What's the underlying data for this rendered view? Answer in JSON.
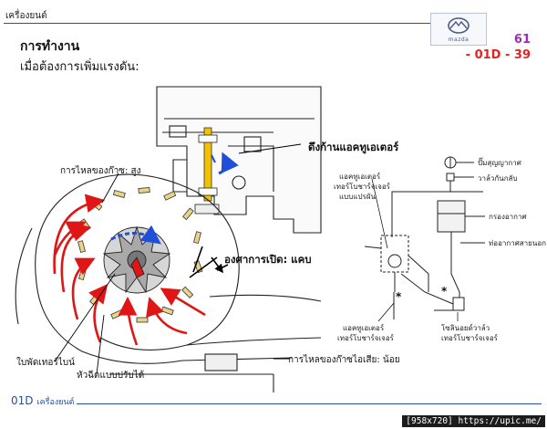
{
  "header": {
    "section_label": "เครื่องยนต์",
    "logo_text": "mazda",
    "page_number": "61",
    "page_code": "- 01D - 39"
  },
  "title": {
    "line1": "การทำงาน",
    "line2": "เมื่อต้องการเพิ่มแรงดัน:"
  },
  "labels": {
    "actuator_rod": "ดึงก้านแอคทูเอเตอร์",
    "gas_flow_high": "การไหลของก๊าซ: สูง",
    "opening_angle": "องศาการเปิด: แคบ",
    "turbine_blade": "ใบพัดเทอร์ไบน์",
    "variable_nozzle": "หัวฉีดแบบปรับได้",
    "exhaust_flow_low": "การไหลของก๊าซไอเสีย: น้อย"
  },
  "schematic": {
    "vacuum_pump": "ปั๊มสุญญากาศ",
    "check_valve": "วาล์วกันกลับ",
    "air_filter": "กรองอากาศ",
    "air_intake_hose": "ท่ออากาศสายนอก",
    "variable_actuator_line1": "แอคทูเอเตอร์",
    "variable_actuator_line2": "เทอร์โบชาร์จเจอร์",
    "variable_actuator_line3": "แบบแปรผัน",
    "turbo_actuator_line1": "แอคทูเอเตอร์",
    "turbo_actuator_line2": "เทอร์โบชาร์จเจอร์",
    "solenoid_line1": "โซลินอยด์วาล์ว",
    "solenoid_line2": "เทอร์โบชาร์จเจอร์",
    "asterisk": "*"
  },
  "footer": {
    "brand": "01D",
    "brand_sub": "เครื่องยนต์",
    "credit": "[958x720] https://upic.me/"
  },
  "colors": {
    "accent_blue": "#2b4e9b",
    "flow_red": "#e01515",
    "page_code_red": "#e32222",
    "page_number_purple": "#9a2fb3",
    "actuator_yellow": "#f2c200",
    "rotation_blue": "#1f4fd6"
  }
}
